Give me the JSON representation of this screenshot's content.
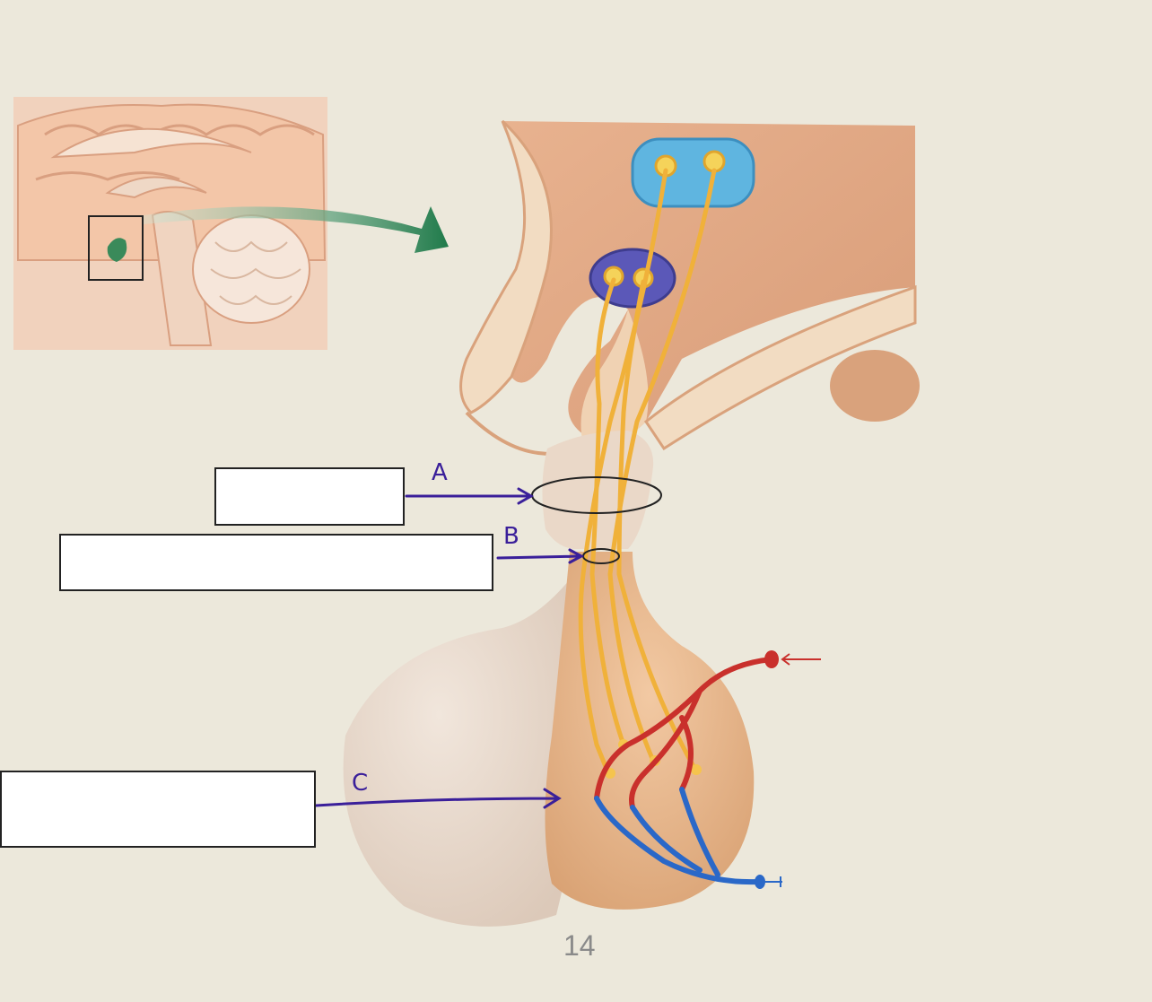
{
  "labels": {
    "a": {
      "letter": "A",
      "answer": ""
    },
    "b": {
      "letter": "B",
      "answer": ""
    },
    "c": {
      "letter": "C",
      "answer": ""
    }
  },
  "page_number": "14",
  "colors": {
    "background": "#ece8db",
    "handwriting": "#3a1f9a",
    "artery": "#c9302c",
    "vein": "#2a68c8",
    "axon": "#f0b13a",
    "nucleus_upper": "#5fb5e0",
    "nucleus_lower": "#5b58b8",
    "orientation_arrow": "#1f7a4a"
  },
  "icons": [
    "brain-inset",
    "pointer-arrow",
    "neuron-cell-bodies"
  ]
}
